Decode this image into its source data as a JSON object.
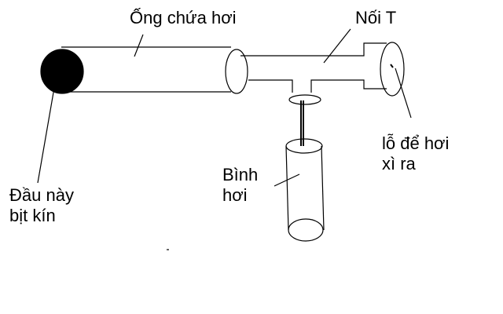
{
  "diagram": {
    "labels": {
      "tube": "Ống chứa hơi",
      "t_joint": "Nối T",
      "sealed_end_line1": "Đầu này",
      "sealed_end_line2": "bịt kín",
      "vapor_bottle_line1": "Bình",
      "vapor_bottle_line2": "hơi",
      "vent_hole_line1": "lỗ để hơi",
      "vent_hole_line2": "xì ra"
    },
    "colors": {
      "ink": "#000000",
      "paper": "#ffffff"
    }
  }
}
